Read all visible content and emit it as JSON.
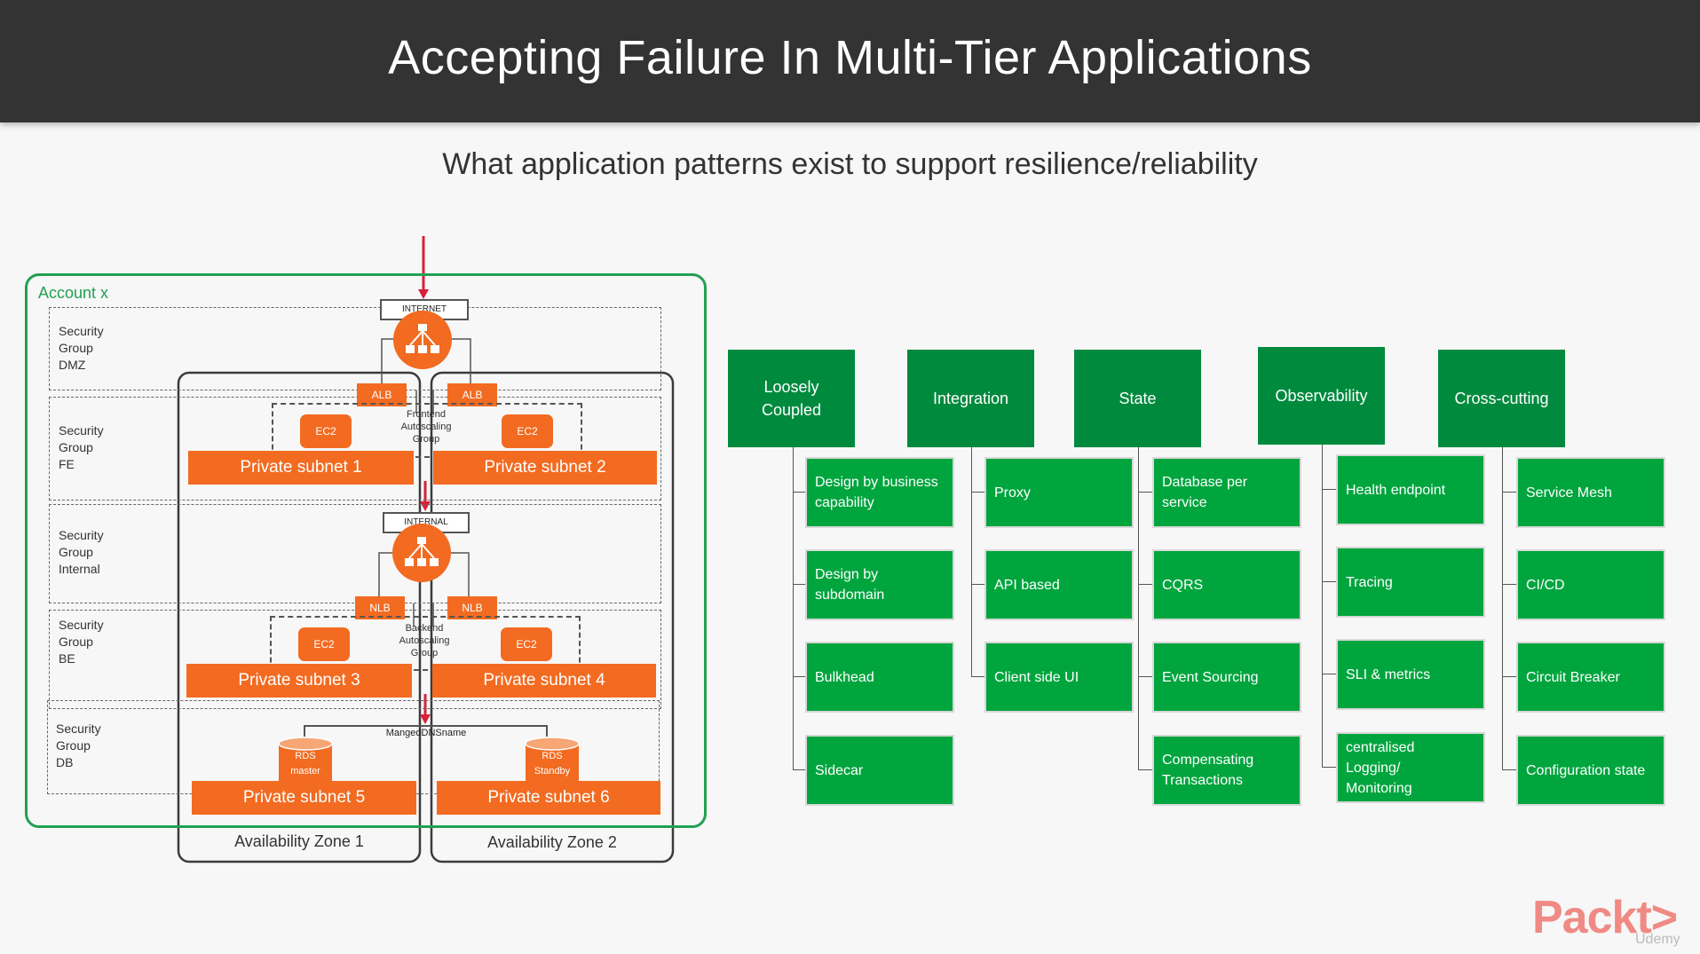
{
  "slide": {
    "title": "Accepting Failure In Multi-Tier Applications",
    "subtitle": "What application patterns exist to support resilience/reliability"
  },
  "architecture": {
    "account_label": "Account x",
    "security_groups": [
      "Security\nGroup\nDMZ",
      "Security\nGroup\nFE",
      "Security\nGroup\nInternal",
      "Security\nGroup\nBE",
      "Security\nGroup\nDB"
    ],
    "internet_label": "INTERNET",
    "internal_label": "INTERNAL",
    "alb_label": "ALB",
    "nlb_label": "NLB",
    "ec2_label": "EC2",
    "frontend_asg": "Frontend\nAutoscaling\nGroup",
    "backend_asg": "Backend\nAutoscaling\nGroup",
    "subnets": [
      "Private subnet 1",
      "Private subnet 2",
      "Private subnet 3",
      "Private subnet 4",
      "Private subnet 5",
      "Private subnet 6"
    ],
    "dns_label": "MangedDNSname",
    "rds_master": "RDS\nmaster",
    "rds_standby": "RDS\nStandby",
    "availability_zones": [
      "Availability Zone 1",
      "Availability Zone 2"
    ],
    "colors": {
      "account_border": "#22a052",
      "aws_orange": "#f26b21",
      "arrow_red": "#d6213a"
    }
  },
  "patterns": {
    "colors": {
      "header": "#008a3e",
      "item": "#00a53e"
    },
    "categories": [
      {
        "header": "Loosely\nCoupled",
        "items": [
          "Design by business\ncapability",
          "Design by\nsubdomain",
          "Bulkhead",
          "Sidecar"
        ]
      },
      {
        "header": "Integration",
        "items": [
          "Proxy",
          "API based",
          "Client side UI"
        ]
      },
      {
        "header": "State",
        "items": [
          "Database per\nservice",
          "CQRS",
          "Event Sourcing",
          "Compensating\nTransactions"
        ]
      },
      {
        "header": "Observability",
        "items": [
          "Health endpoint",
          "Tracing",
          "SLI & metrics",
          "centralised\nLogging/\nMonitoring"
        ]
      },
      {
        "header": "Cross-cutting",
        "items": [
          "Service Mesh",
          "CI/CD",
          "Circuit Breaker",
          "Configuration state"
        ]
      }
    ]
  },
  "branding": {
    "logo": "Packt>",
    "watermark": "Udemy"
  }
}
